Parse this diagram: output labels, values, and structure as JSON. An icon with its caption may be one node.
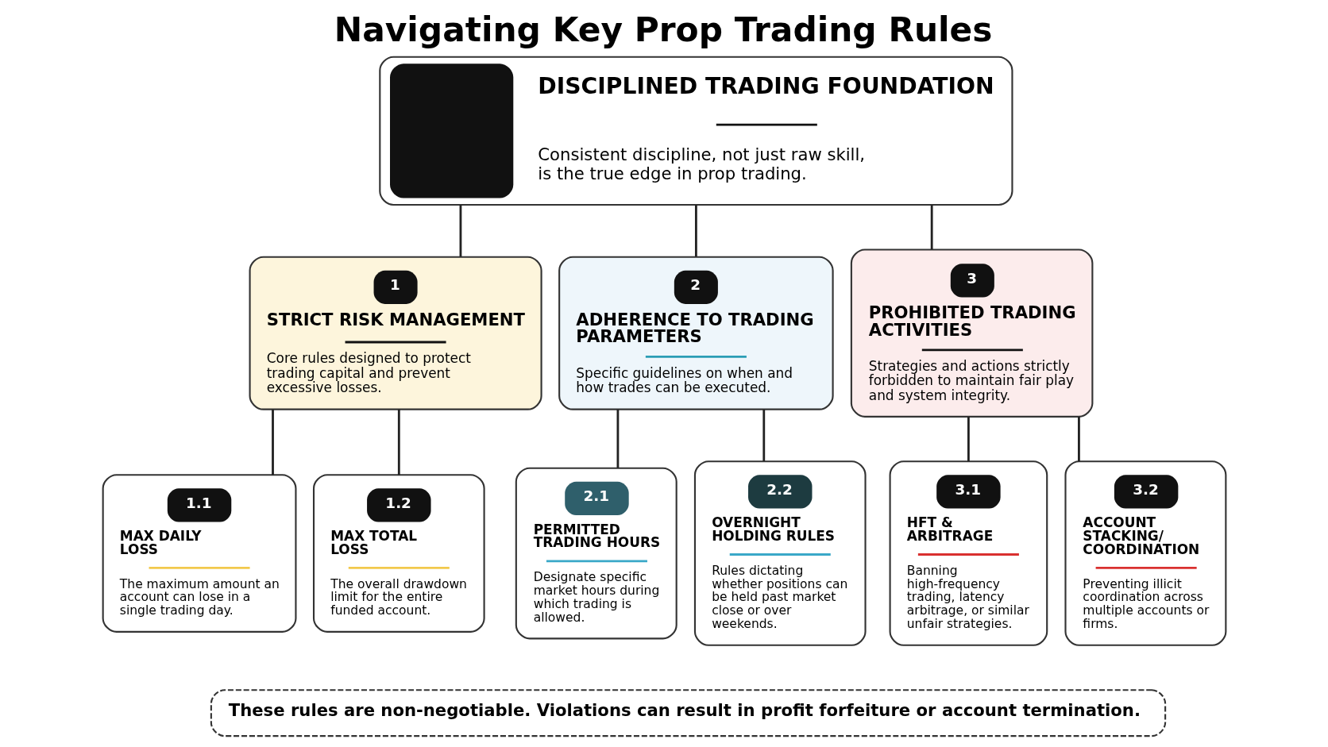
{
  "diagram": {
    "title": "Navigating Key Prop Trading Rules",
    "nodes": [
      {
        "text": [
          "DISCIPLINED TRADING FOUNDATION",
          "Consistent discipline, not just raw skill, is the true edge in prop trading."
        ]
      },
      {
        "text": [
          "1",
          "STRICT RISK MANAGEMENT",
          "Core rules designed to protect trading capital and prevent excessive losses."
        ]
      },
      {
        "text": [
          "2",
          "ADHERENCE TO TRADING PARAMETERS",
          "Specific guidelines on when and how trades can be executed."
        ]
      },
      {
        "text": [
          "3",
          "PROHIBITED TRADING ACTIVITIES",
          "Strategies and actions strictly forbidden to maintain fair play and system integrity."
        ]
      },
      {
        "text": [
          "1.1",
          "MAX DAILY LOSS",
          "The maximum amount an account can lose in a single trading day."
        ]
      },
      {
        "text": [
          "1.2",
          "MAX TOTAL LOSS",
          "The overall drawdown limit for the entire funded account."
        ]
      },
      {
        "text": [
          "2.1",
          "PERMITTED TRADING HOURS",
          "Designate specific market hours during which trading is allowed."
        ]
      },
      {
        "text": [
          "2.2",
          "OVERNIGHT HOLDING RULES",
          "Rules dictating whether positions can be held past market close or over weekends."
        ]
      },
      {
        "text": [
          "3.1",
          "HFT & ARBITRAGE",
          "Banning high-frequency trading, latency arbitrage, or similar unfair strategies."
        ]
      },
      {
        "text": [
          "3.2",
          "ACCOUNT STACKING/ COORDINATION",
          "Preventing illicit coordination across multiple accounts or firms."
        ]
      },
      {
        "text": [
          "These rules are non-negotiable. Violations can result in profit forfeiture or account termination."
        ]
      }
    ],
    "edges": [
      {
        "from": 0,
        "to": 1,
        "arrow": "none"
      },
      {
        "from": 0,
        "to": 2,
        "arrow": "none"
      },
      {
        "from": 0,
        "to": 3,
        "arrow": "none"
      },
      {
        "from": 1,
        "to": 4,
        "arrow": "none"
      },
      {
        "from": 1,
        "to": 5,
        "arrow": "none"
      },
      {
        "from": 2,
        "to": 6,
        "arrow": "none"
      },
      {
        "from": 2,
        "to": 7,
        "arrow": "none"
      },
      {
        "from": 3,
        "to": 8,
        "arrow": "none"
      },
      {
        "from": 3,
        "to": 9,
        "arrow": "none"
      }
    ]
  }
}
